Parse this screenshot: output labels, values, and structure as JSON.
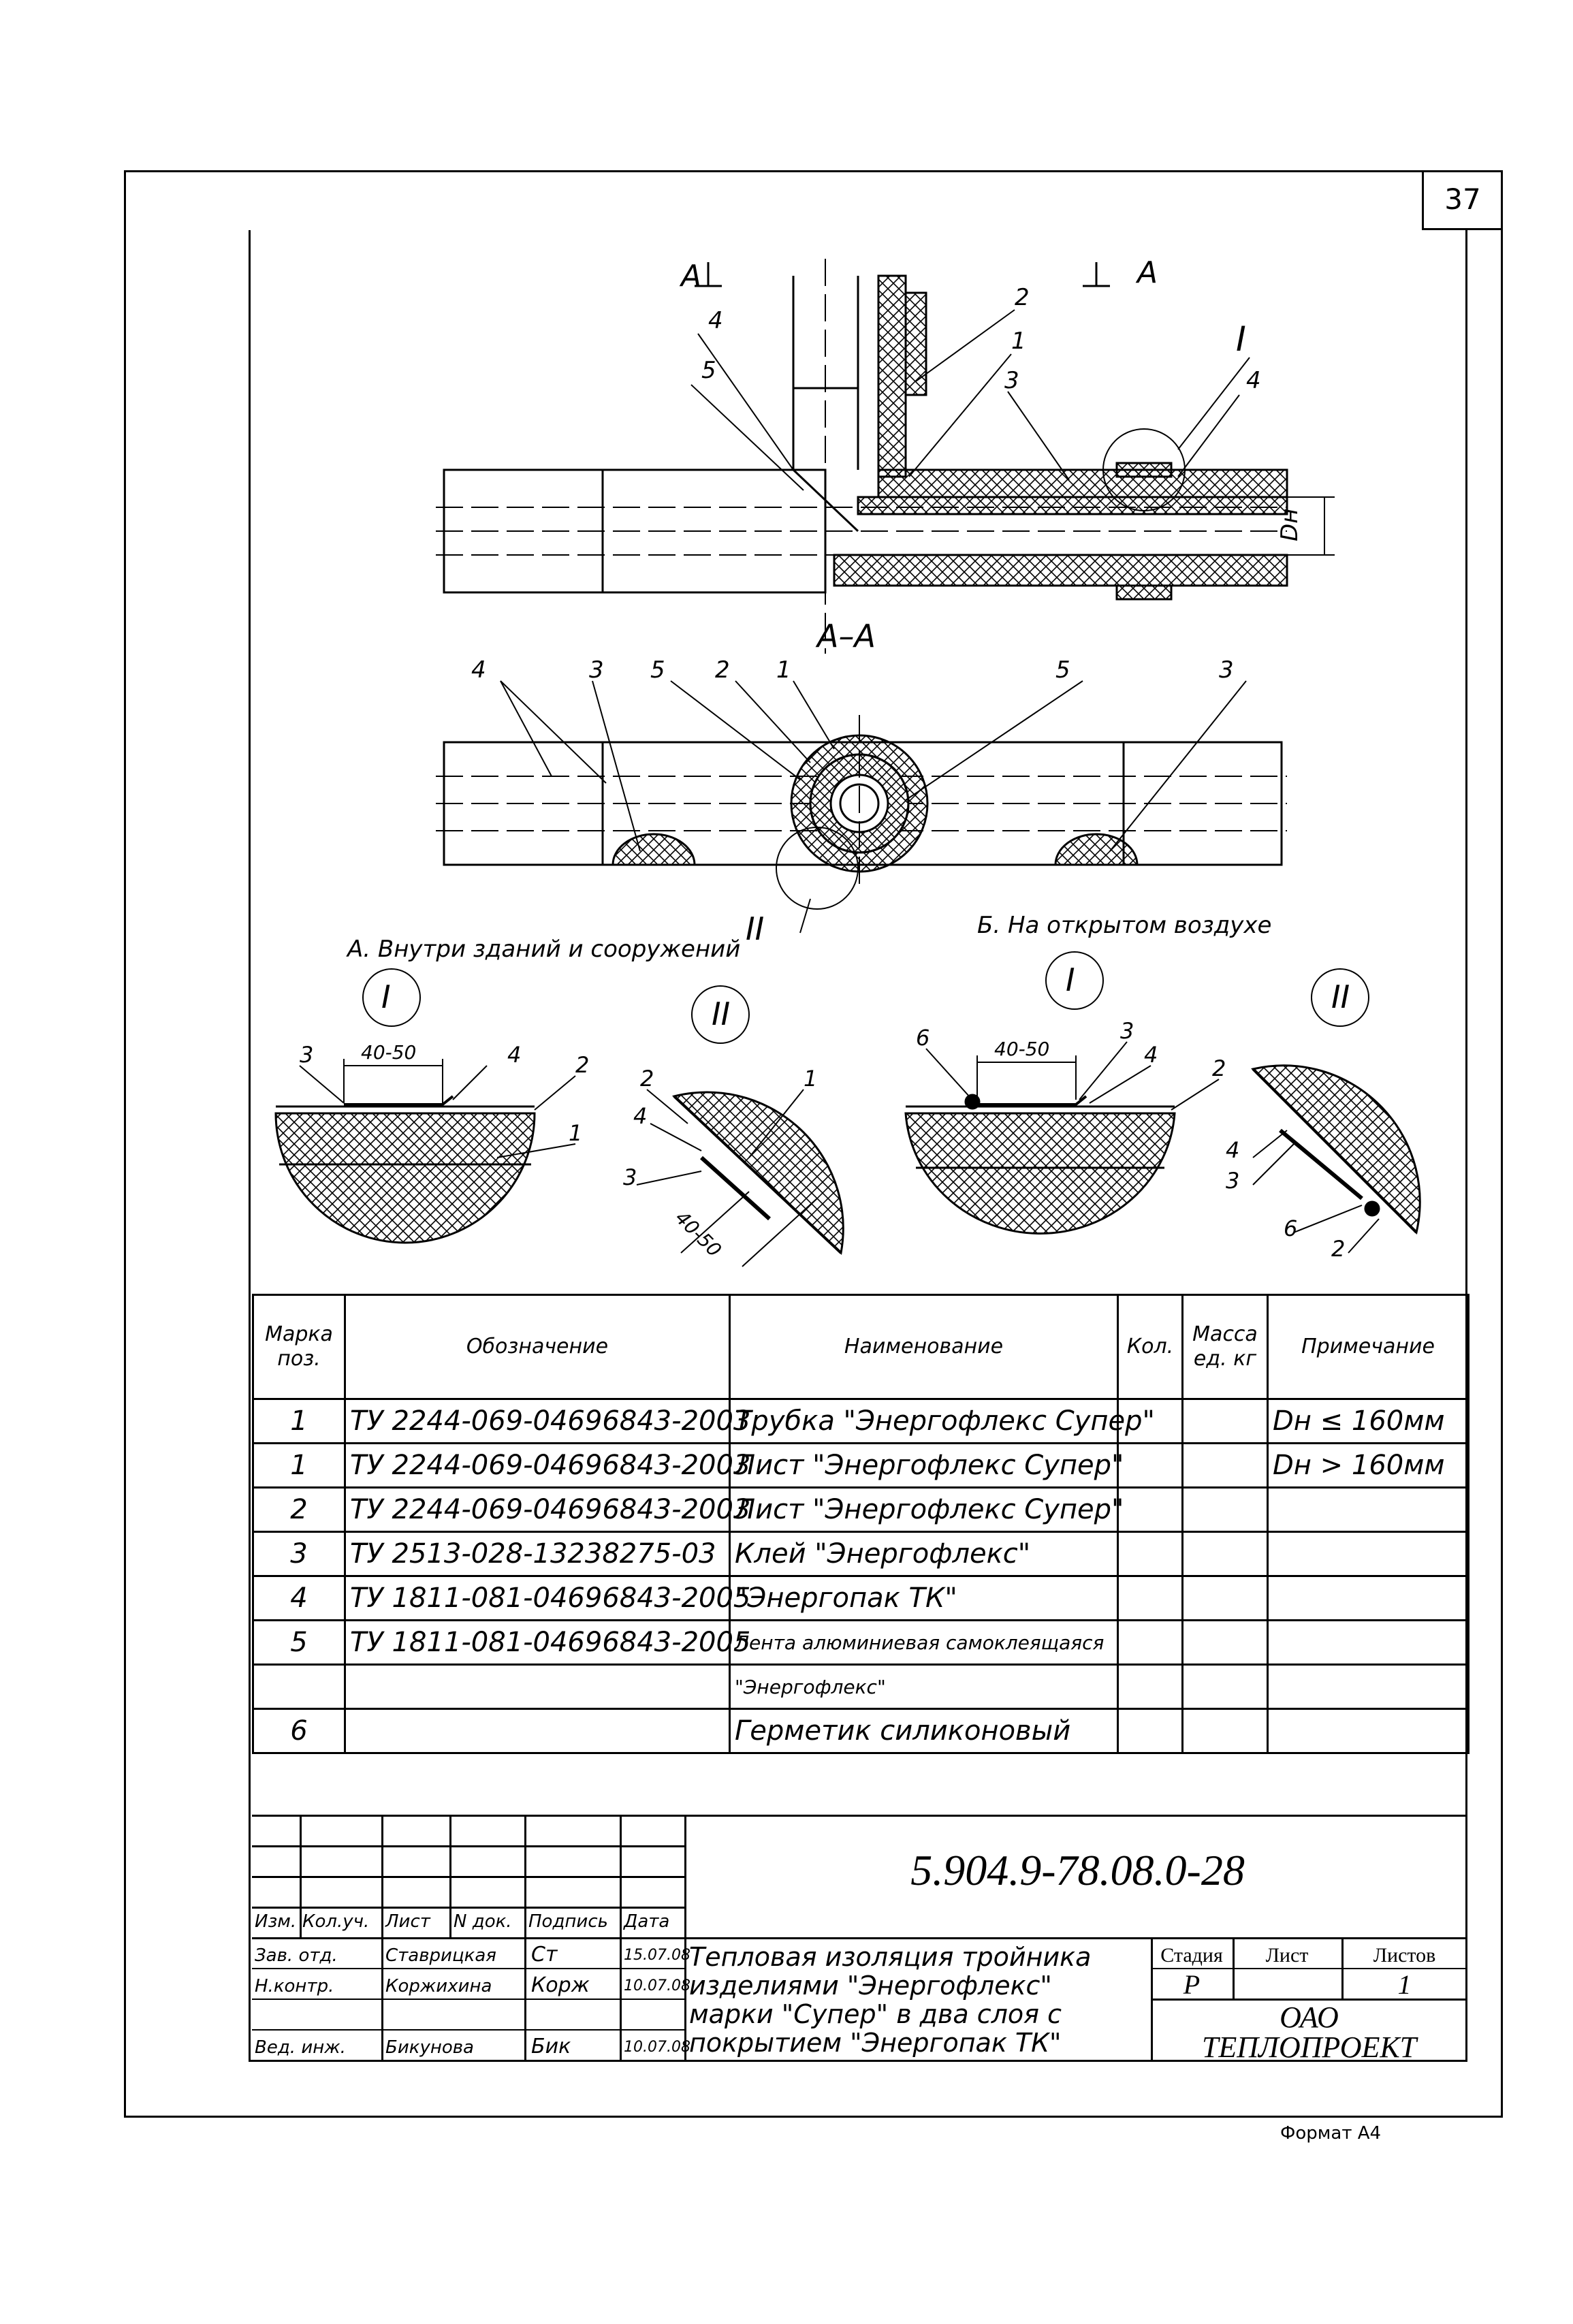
{
  "page_number": "37",
  "format_label": "Формат А4",
  "drawing": {
    "section_mark_a_left": "А",
    "section_mark_a_right": "А",
    "section_title": "А–А",
    "dn_label": "Dн",
    "top_callouts": [
      "4",
      "5",
      "2",
      "1",
      "3",
      "I",
      "4"
    ],
    "aa_callouts": [
      "4",
      "3",
      "5",
      "2",
      "1",
      "5",
      "3"
    ],
    "roman_two": "II",
    "caption_a": "А. Внутри зданий и сооружений",
    "caption_b": "Б. На открытом воздухе",
    "detail_a1": {
      "roman": "I",
      "dim": "40-50",
      "callouts": [
        "3",
        "4",
        "2",
        "1"
      ]
    },
    "detail_a2": {
      "roman": "II",
      "dim": "40-50",
      "callouts": [
        "2",
        "1",
        "4",
        "3"
      ]
    },
    "detail_b1": {
      "roman": "I",
      "dim": "40-50",
      "callouts": [
        "6",
        "3",
        "4",
        "2"
      ]
    },
    "detail_b2": {
      "roman": "II",
      "callouts": [
        "4",
        "3",
        "6",
        "2"
      ]
    }
  },
  "spec_table": {
    "headers": [
      "Марка поз.",
      "Обозначение",
      "Наименование",
      "Кол.",
      "Масса ед. кг",
      "Примечание"
    ],
    "rows": [
      {
        "pos": "1",
        "code": "ТУ 2244-069-04696843-2003",
        "name": "Трубка \"Энергофлекс Супер\"",
        "qty": "",
        "mass": "",
        "note": "Dн ≤ 160мм"
      },
      {
        "pos": "1",
        "code": "ТУ 2244-069-04696843-2003",
        "name": "Лист \"Энергофлекс Супер\"",
        "qty": "",
        "mass": "",
        "note": "Dн > 160мм"
      },
      {
        "pos": "2",
        "code": "ТУ 2244-069-04696843-2003",
        "name": "Лист \"Энергофлекс Супер\"",
        "qty": "",
        "mass": "",
        "note": ""
      },
      {
        "pos": "3",
        "code": "ТУ 2513-028-13238275-03",
        "name": "Клей \"Энергофлекс\"",
        "qty": "",
        "mass": "",
        "note": ""
      },
      {
        "pos": "4",
        "code": "ТУ 1811-081-04696843-2005",
        "name": "\"Энергопак ТК\"",
        "qty": "",
        "mass": "",
        "note": ""
      },
      {
        "pos": "5",
        "code": "ТУ 1811-081-04696843-2005",
        "name": "Лента алюминиевая самоклеящаяся",
        "qty": "",
        "mass": "",
        "note": ""
      },
      {
        "pos": "",
        "code": "",
        "name": "\"Энергофлекс\"",
        "qty": "",
        "mass": "",
        "note": ""
      },
      {
        "pos": "6",
        "code": "",
        "name": "Герметик силиконовый",
        "qty": "",
        "mass": "",
        "note": ""
      }
    ]
  },
  "title_block": {
    "doc_number": "5.904.9-78.08.0-28",
    "col_headers": [
      "Изм.",
      "Кол.уч.",
      "Лист",
      "N док.",
      "Подпись",
      "Дата"
    ],
    "signers": [
      {
        "role": "Зав. отд.",
        "name": "Ставрицкая",
        "sign": "Ст",
        "date": "15.07.08"
      },
      {
        "role": "Н.контр.",
        "name": "Коржихина",
        "sign": "Корж",
        "date": "10.07.08"
      },
      {
        "role": "Вед. инж.",
        "name": "Бикунова",
        "sign": "Бик",
        "date": "10.07.08"
      }
    ],
    "title": [
      "Тепловая изоляция тройника",
      "изделиями \"Энергофлекс\"",
      "марки \"Супер\" в два слоя с",
      "покрытием \"Энергопак ТК\""
    ],
    "stage_label": "Стадия",
    "sheet_label": "Лист",
    "sheets_label": "Листов",
    "stage": "Р",
    "sheet": "",
    "sheets": "1",
    "org": [
      "ОАО",
      "ТЕПЛОПРОЕКТ"
    ]
  }
}
